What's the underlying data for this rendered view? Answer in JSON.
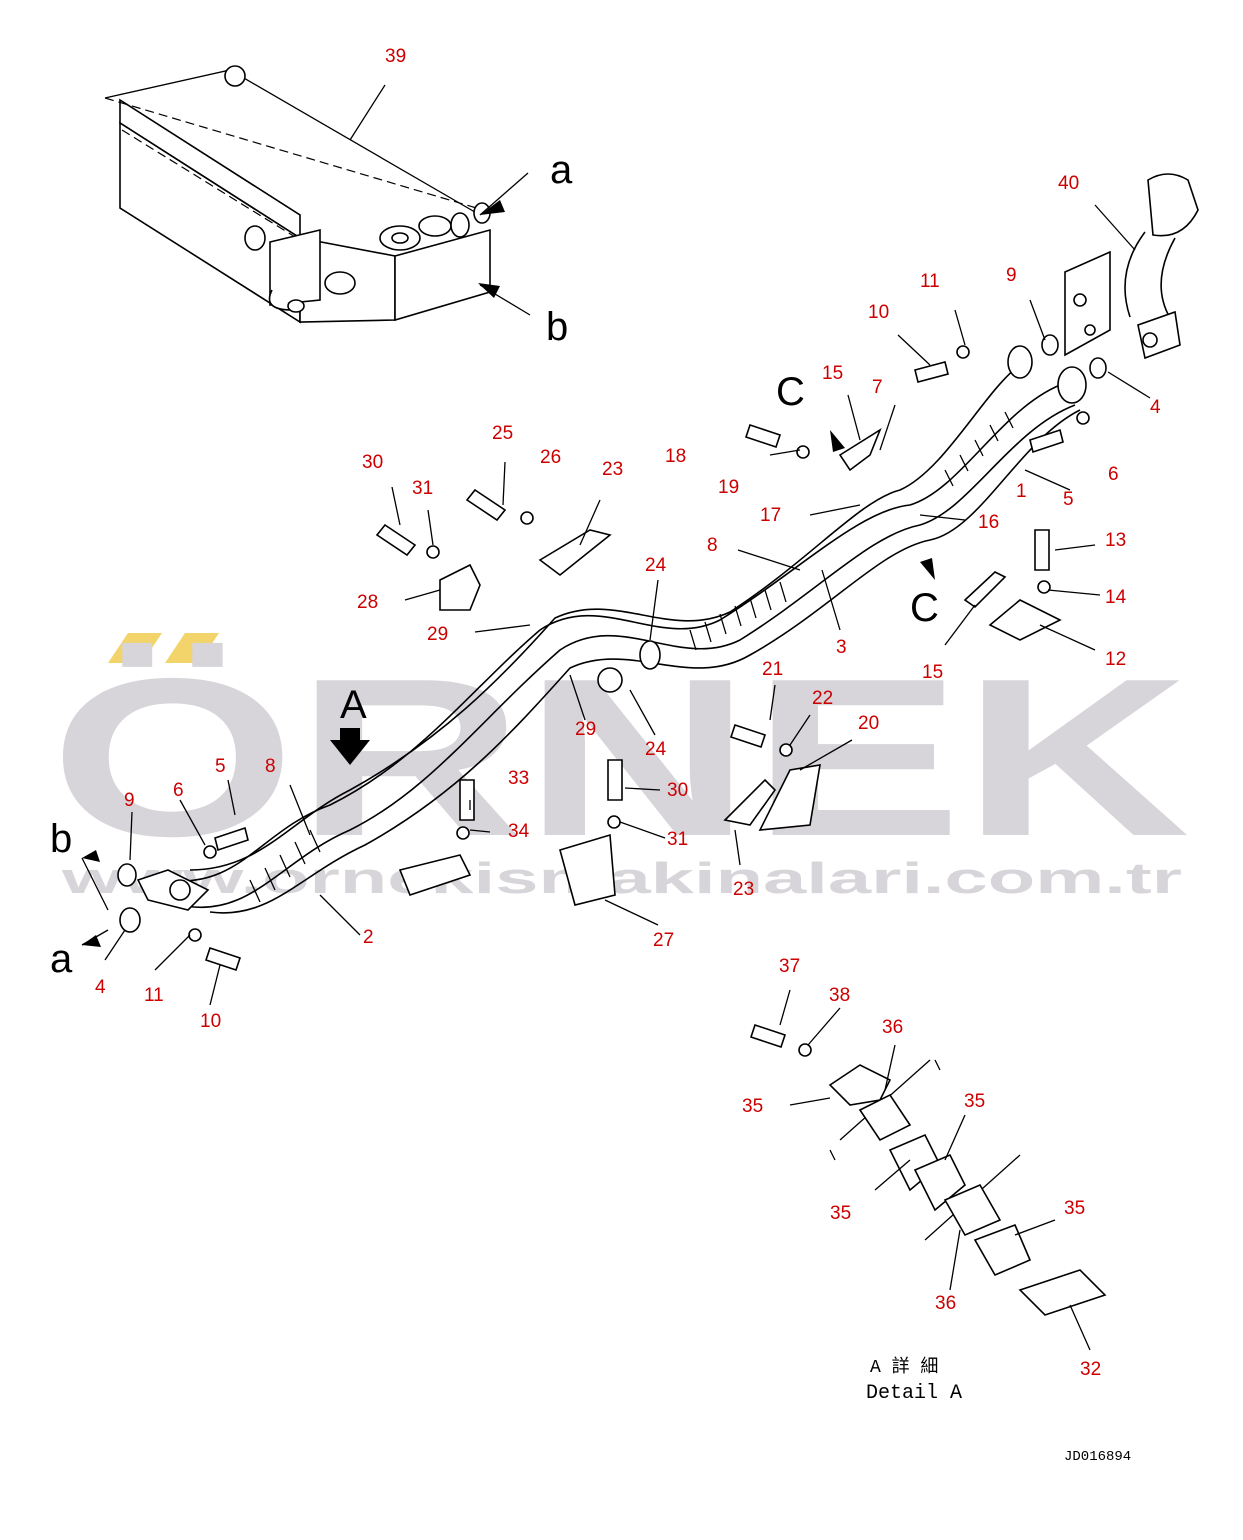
{
  "colors": {
    "label": "#cc0000",
    "watermark": "#d7d5d9",
    "watermark_accent": "#f3d46a",
    "line": "#000000"
  },
  "watermark": {
    "word": "ÖRNEK",
    "url": "www.ornekismakinalari.com.tr"
  },
  "detail": {
    "jp": "A 詳 細",
    "en": "Detail A"
  },
  "drawing_code": "JD016894",
  "direction_letters": [
    {
      "id": "a-top",
      "text": "a"
    },
    {
      "id": "b-top",
      "text": "b"
    },
    {
      "id": "c-upper",
      "text": "C"
    },
    {
      "id": "c-lower",
      "text": "C"
    },
    {
      "id": "a-view",
      "text": "A"
    },
    {
      "id": "b-left",
      "text": "b"
    },
    {
      "id": "a-left",
      "text": "a"
    }
  ],
  "callouts": [
    "39",
    "40",
    "11",
    "9",
    "10",
    "4",
    "15",
    "7",
    "18",
    "19",
    "5",
    "6",
    "1",
    "17",
    "16",
    "13",
    "14",
    "12",
    "25",
    "26",
    "23",
    "8",
    "3",
    "30",
    "31",
    "24",
    "28",
    "29",
    "29",
    "21",
    "22",
    "20",
    "24",
    "33",
    "30",
    "34",
    "31",
    "23",
    "27",
    "9",
    "6",
    "5",
    "8",
    "2",
    "4",
    "11",
    "10",
    "37",
    "38",
    "36",
    "35",
    "35",
    "35",
    "35",
    "36",
    "32",
    "15"
  ]
}
